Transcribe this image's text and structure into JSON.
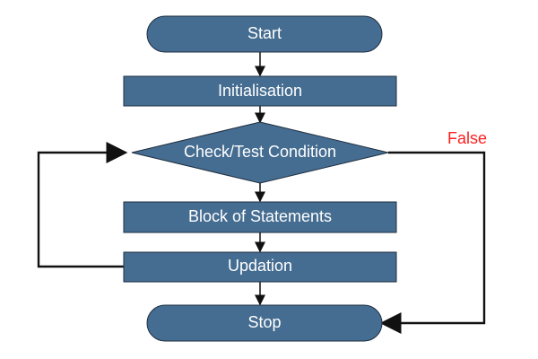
{
  "diagram": {
    "start": "Start",
    "initialisation": "Initialisation",
    "condition": "Check/Test Condition",
    "block": "Block of Statements",
    "updation": "Updation",
    "stop": "Stop",
    "false_label": "False"
  },
  "colors": {
    "node_fill": "#456d91",
    "node_stroke": "#1f2f40",
    "arrow": "#111111",
    "false_label": "#ff1f1f"
  }
}
